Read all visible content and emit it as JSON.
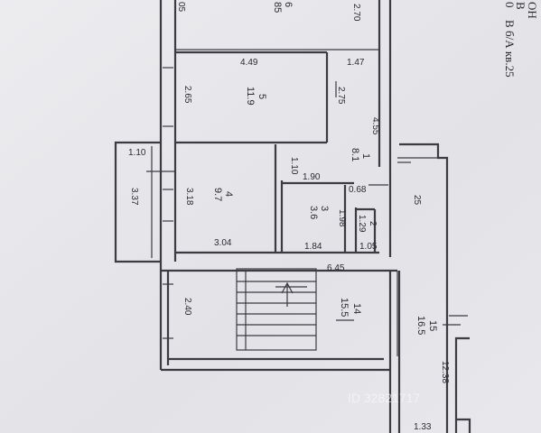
{
  "header": {
    "line1": "ОН",
    "line2": "В",
    "line3": "0",
    "line_b": "В",
    "address": "б/А кв.25",
    "left_dim": "05"
  },
  "rooms": [
    {
      "number": "5",
      "area": "11.9"
    },
    {
      "number": "4",
      "area": "9.7"
    },
    {
      "number": "3",
      "area": "3.6"
    },
    {
      "number": "1",
      "area": "8.1"
    },
    {
      "number": "2",
      "area": "1.29"
    },
    {
      "number": "14",
      "area": "15.5"
    },
    {
      "number": "15",
      "area": "16.5"
    },
    {
      "number": "6",
      "area": "85"
    }
  ],
  "dimensions": {
    "d_270": "2.70",
    "d_449": "4.49",
    "d_147": "1.47",
    "d_265": "2.65",
    "d_275": "2.75",
    "d_455": "4.55",
    "d_110a": "1.10",
    "d_110b": "1.10",
    "d_190": "1.90",
    "d_068": "0.68",
    "d_337": "3.37",
    "d_318": "3.18",
    "d_198": "1.98",
    "d_25": "25",
    "d_304": "3.04",
    "d_184": "1.84",
    "d_105": "1.05",
    "d_645": "6.45",
    "d_240": "2.40",
    "d_1238": "12.38",
    "d_133": "1.33"
  },
  "watermark": {
    "id_text": "ID 32821717"
  }
}
